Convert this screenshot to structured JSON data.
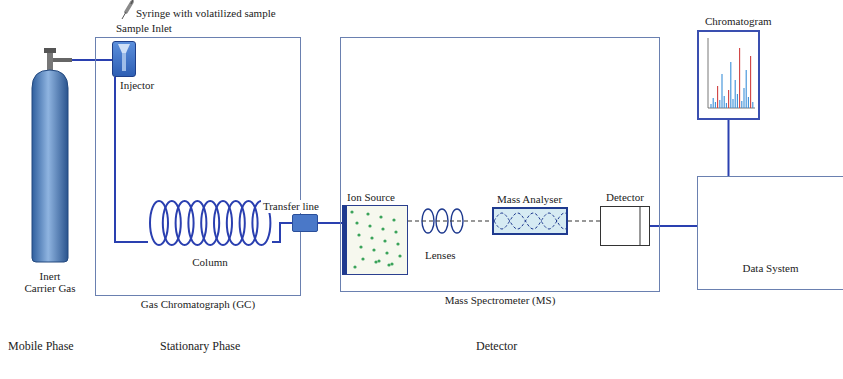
{
  "diagram": {
    "nodes": [
      {
        "text": [
          "Gas Chromatograph (GC)"
        ]
      },
      {
        "text": [
          "Injector"
        ],
        "in": 0
      },
      {
        "text": [
          "Column"
        ],
        "in": 0
      },
      {
        "text": [
          "Mass Spectrometer (MS)"
        ]
      },
      {
        "text": [
          "Ion Source"
        ],
        "in": 3
      },
      {
        "text": [
          "Mass Analyser"
        ],
        "in": 3
      },
      {
        "text": [
          "Detector"
        ],
        "in": 3
      },
      {
        "text": [
          "Transfer line"
        ]
      },
      {
        "text": [
          "Data System"
        ]
      },
      {
        "text": [
          "Chromatogram"
        ]
      },
      {
        "text": [
          "Inert Carrier Gas"
        ]
      }
    ],
    "edges": [
      {
        "from": 10,
        "to": 1,
        "arrow": "none"
      },
      {
        "from": 1,
        "to": 2,
        "arrow": "none"
      },
      {
        "from": 2,
        "to": 7,
        "arrow": "none"
      },
      {
        "from": 7,
        "to": 4,
        "arrow": "none"
      },
      {
        "from": 4,
        "to": 5,
        "arrow": "none"
      },
      {
        "from": 5,
        "to": 6,
        "arrow": "none"
      },
      {
        "from": 6,
        "to": 8,
        "arrow": "none"
      },
      {
        "from": 8,
        "to": 9,
        "arrow": "none"
      }
    ],
    "labels": [
      "Syringe with volatilized sample",
      "Sample Inlet",
      "Lenses",
      "Mobile Phase",
      "Stationary Phase",
      "Detector"
    ]
  }
}
